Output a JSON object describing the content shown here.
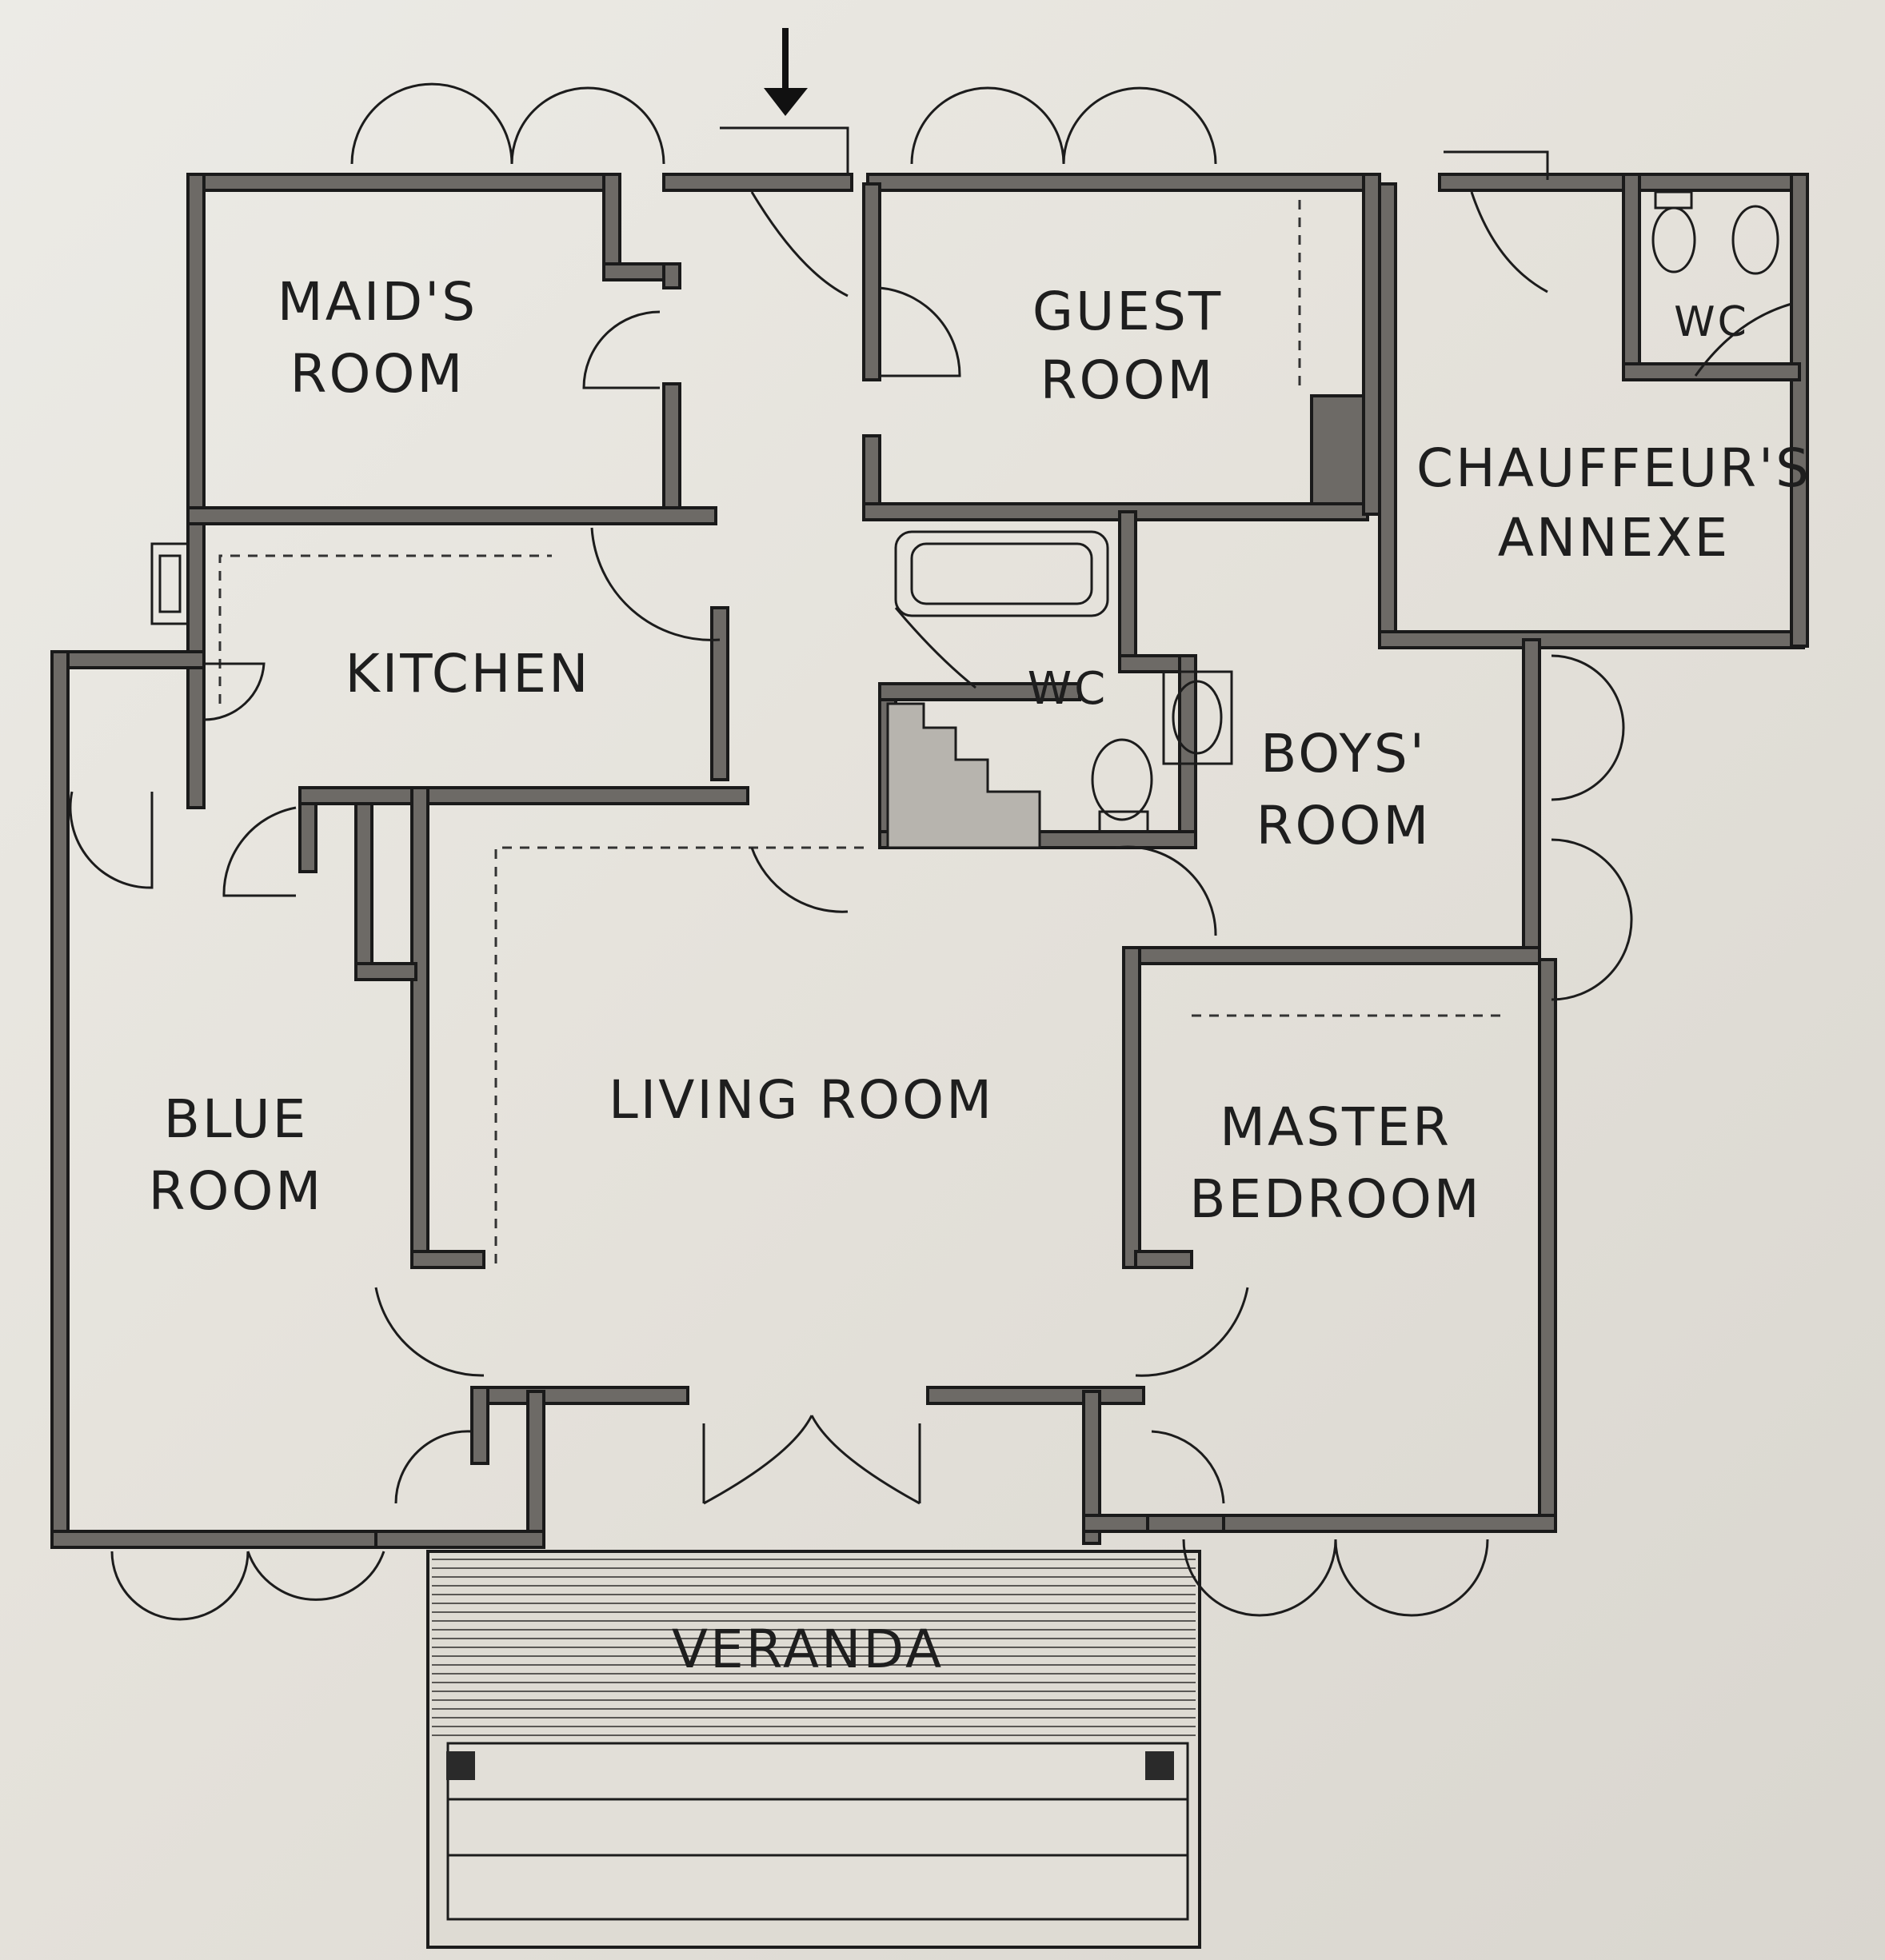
{
  "rooms": {
    "maids_room": {
      "line1": "MAID'S",
      "line2": "ROOM"
    },
    "guest_room": {
      "line1": "GUEST",
      "line2": "ROOM"
    },
    "chauffeurs_annexe": {
      "line1": "CHAUFFEUR'S",
      "line2": "ANNEXE"
    },
    "wc_annexe": "WC",
    "kitchen": "KITCHEN",
    "wc_main": "WC",
    "boys_room": {
      "line1": "BOYS'",
      "line2": "ROOM"
    },
    "living_room": "LIVING ROOM",
    "blue_room": {
      "line1": "BLUE",
      "line2": "ROOM"
    },
    "master_bedroom": {
      "line1": "MASTER",
      "line2": "BEDROOM"
    },
    "veranda": "VERANDA"
  },
  "icons": {
    "entrance": "arrow-down-icon"
  },
  "colors": {
    "wall_fill": "#6d6a66",
    "ink": "#1c1c1c",
    "paper": "#e8e6e0"
  }
}
